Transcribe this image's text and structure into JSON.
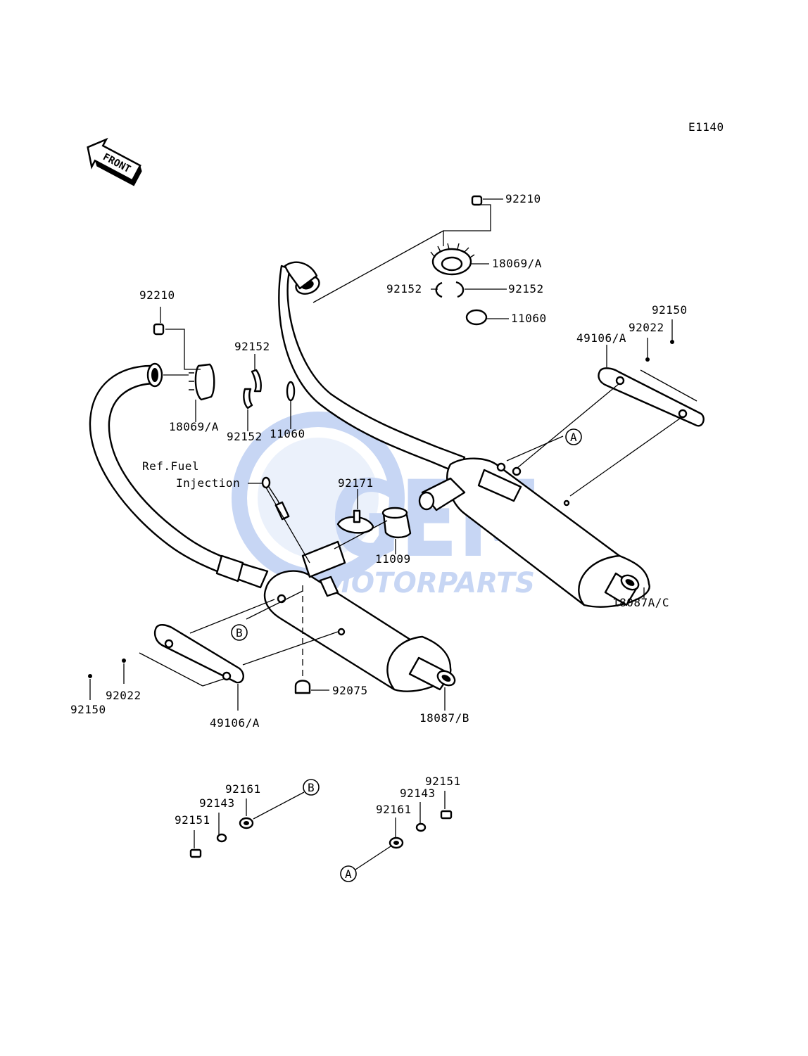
{
  "diagram_code": "E1140",
  "front_label": "FRONT",
  "ref_note": {
    "line1": "Ref.Fuel",
    "line2": "Injection"
  },
  "watermark": {
    "brand": "GEM",
    "sub": "MOTORPARTS",
    "color": "#3a6fd8"
  },
  "markers": {
    "a": "A",
    "b": "B"
  },
  "parts": {
    "nut_92210_right": "92210",
    "gasket_18069A_right": "18069/A",
    "clamp_92152_right_left": "92152",
    "clamp_92152_right_right": "92152",
    "ring_11060_right": "11060",
    "bolt_92150_right": "92150",
    "washer_92022_right": "92022",
    "cover_49106A_right": "49106/A",
    "nut_92210_left": "92210",
    "gasket_18069A_left": "18069/A",
    "clamp_92152_left_top": "92152",
    "clamp_92152_left_bottom": "92152",
    "ring_11060_left": "11060",
    "clamp_92171": "92171",
    "pipe_11009": "11009",
    "muffler_18087AC": "18087A/C",
    "bolt_92150_left": "92150",
    "washer_92022_left": "92022",
    "cover_49106A_left": "49106/A",
    "damper_92075": "92075",
    "muffler_18087B": "18087/B",
    "b_group_collar_92161": "92161",
    "b_group_washer_92143": "92143",
    "b_group_bolt_92151": "92151",
    "a_group_bolt_92151": "92151",
    "a_group_washer_92143": "92143",
    "a_group_collar_92161": "92161"
  }
}
